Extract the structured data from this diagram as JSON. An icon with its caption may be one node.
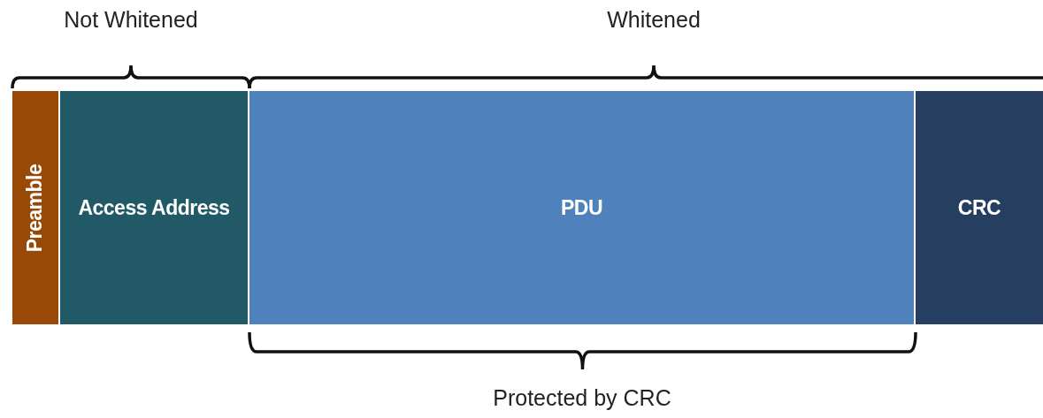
{
  "diagram": {
    "nodes": [
      {
        "text": [
          "Preamble"
        ]
      },
      {
        "text": [
          "Access Address"
        ]
      },
      {
        "text": [
          "PDU"
        ]
      },
      {
        "text": [
          "CRC"
        ]
      }
    ],
    "labels": [
      "Not Whitened",
      "Whitened",
      "Protected by CRC"
    ]
  }
}
